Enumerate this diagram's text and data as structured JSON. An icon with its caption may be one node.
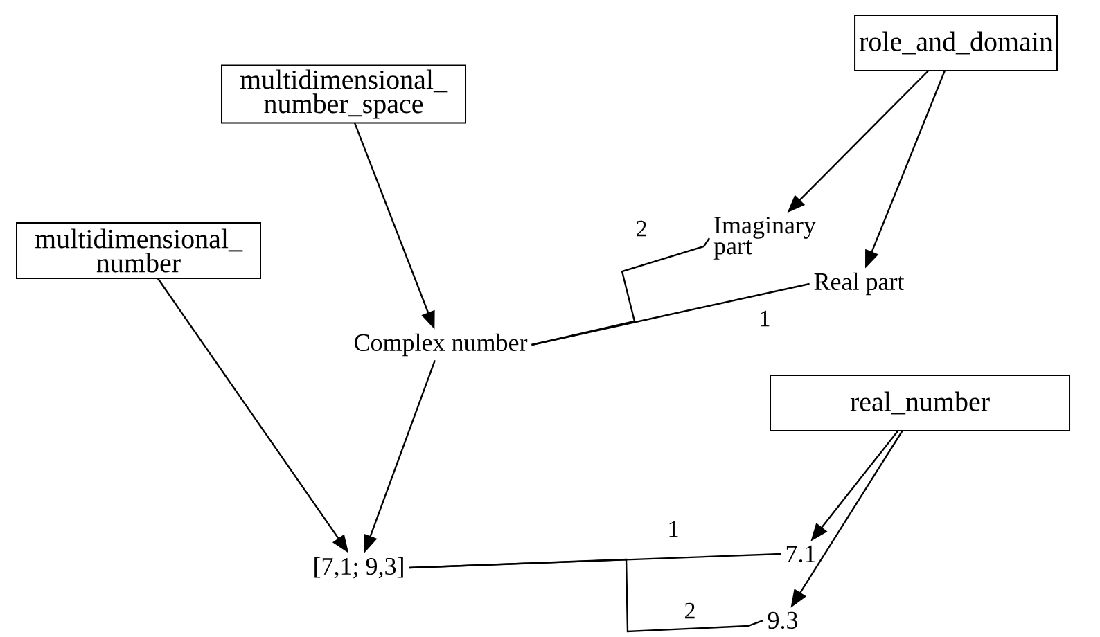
{
  "diagram": {
    "nodes": [
      {
        "text": [
          "multidimensional_ number_space"
        ]
      },
      {
        "text": [
          "role_and_domain"
        ]
      },
      {
        "text": [
          "multidimensional_ number"
        ]
      },
      {
        "text": [
          "Imaginary part"
        ]
      },
      {
        "text": [
          "Real part"
        ]
      },
      {
        "text": [
          "Complex number"
        ]
      },
      {
        "text": [
          "real_number"
        ]
      },
      {
        "text": [
          "[7,1; 9,3]"
        ]
      },
      {
        "text": [
          "7.1"
        ]
      },
      {
        "text": [
          "9.3"
        ]
      }
    ],
    "edges": [
      {
        "from": 1,
        "to": 3,
        "arrow": "to"
      },
      {
        "from": 1,
        "to": 4,
        "arrow": "to"
      },
      {
        "from": 0,
        "to": 5,
        "arrow": "to"
      },
      {
        "from": 5,
        "to": 4,
        "arrow": "none",
        "label": "1"
      },
      {
        "from": 5,
        "to": 3,
        "arrow": "none",
        "label": "2"
      },
      {
        "from": 2,
        "to": 7,
        "arrow": "to"
      },
      {
        "from": 5,
        "to": 7,
        "arrow": "to"
      },
      {
        "from": 6,
        "to": 8,
        "arrow": "to"
      },
      {
        "from": 6,
        "to": 9,
        "arrow": "to"
      },
      {
        "from": 7,
        "to": 8,
        "arrow": "none",
        "label": "1"
      },
      {
        "from": 7,
        "to": 9,
        "arrow": "none",
        "label": "2"
      }
    ]
  }
}
